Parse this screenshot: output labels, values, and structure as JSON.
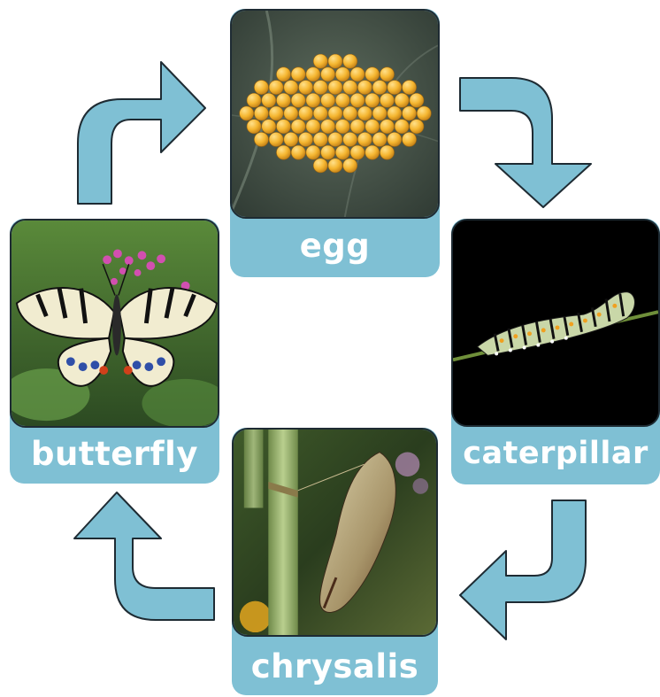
{
  "stages": {
    "egg": {
      "label": "egg"
    },
    "caterpillar": {
      "label": "caterpillar"
    },
    "chrysalis": {
      "label": "chrysalis"
    },
    "butterfly": {
      "label": "butterfly"
    }
  },
  "colors": {
    "label_panel": "#7fc0d4",
    "arrow_fill": "#7fc0d4",
    "arrow_stroke": "#1e2b33",
    "label_text": "#ffffff"
  }
}
